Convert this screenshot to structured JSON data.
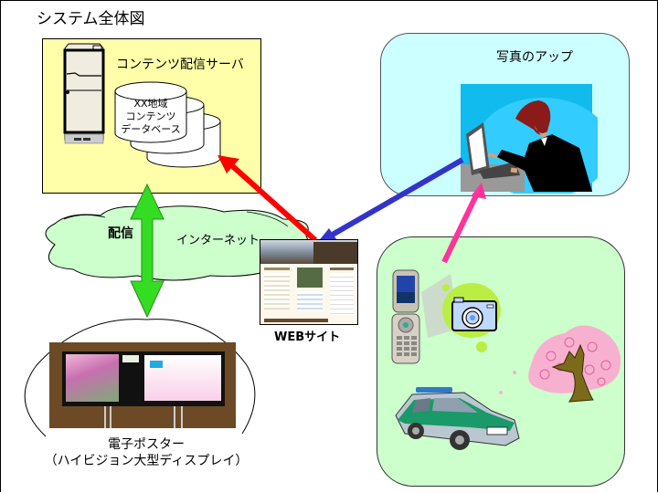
{
  "title": "システム全体図",
  "server": {
    "label": "コンテンツ配信サーバ",
    "database": {
      "line1": "XX地域",
      "line2": "コンテンツ",
      "line3": "データベース"
    },
    "icon": "server-tower-icon"
  },
  "app": {
    "label": "写真のアップ",
    "icon": "person-at-computer-icon"
  },
  "internet": {
    "label": "インターネット",
    "distribution_label": "配信"
  },
  "website": {
    "label": "WEBサイト"
  },
  "poster": {
    "label_line1": "電子ポスター",
    "label_line2": "（ハイビジョン大型ディスプレイ）"
  },
  "field": {
    "icons": [
      "mobile-phone-icon",
      "camera-icon",
      "car-icon",
      "cherry-tree-icon"
    ]
  },
  "arrows": [
    {
      "name": "website-to-server",
      "color": "#ff0000"
    },
    {
      "name": "app-to-website",
      "color": "#3333cc"
    },
    {
      "name": "field-to-app",
      "color": "#ff3399"
    },
    {
      "name": "server-poster-distribution",
      "color": "#33dd33"
    }
  ]
}
